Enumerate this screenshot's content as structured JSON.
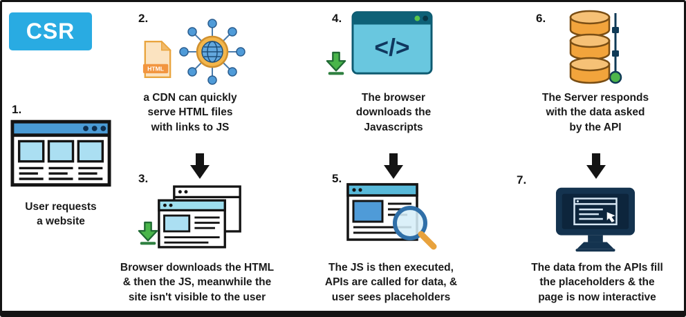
{
  "badge": {
    "label": "CSR"
  },
  "colors": {
    "badge_bg": "#29abe2",
    "badge_text": "#ffffff",
    "border": "#141414",
    "arrow": "#141414",
    "text": "#1a1a1a",
    "browser_header_blue": "#4a9bd5",
    "panel_light_blue": "#abdff2",
    "teal_window": "#69c7df",
    "teal_header": "#0e6177",
    "download_green": "#49b54a",
    "database_orange": "#f2a43c",
    "monitor_navy": "#14334f",
    "file_orange": "#f2953f",
    "globe_ring_gold": "#f3b64b"
  },
  "icons": {
    "step1": "browser-window-icon",
    "step2": [
      "html-file-icon",
      "cdn-network-icon"
    ],
    "step3": [
      "download-arrow-icon",
      "stacked-browser-windows-icon"
    ],
    "step4": [
      "download-arrow-icon",
      "code-browser-window-icon"
    ],
    "step5": "browser-with-magnifier-icon",
    "step6": "database-stack-icon",
    "step7": "desktop-monitor-icon",
    "html_file_label": "HTML",
    "code_glyph": "</>"
  },
  "steps": [
    {
      "number": "1.",
      "text": "User requests\na website"
    },
    {
      "number": "2.",
      "text": "a CDN can quickly\nserve HTML files\nwith links to JS"
    },
    {
      "number": "3.",
      "text": "Browser downloads the HTML\n& then the JS, meanwhile the\nsite isn't visible to the user"
    },
    {
      "number": "4.",
      "text": "The browser\ndownloads the\nJavascripts"
    },
    {
      "number": "5.",
      "text": "The JS is then executed,\nAPIs are called for data, &\nuser sees placeholders"
    },
    {
      "number": "6.",
      "text": "The Server responds\nwith the data asked\nby the API"
    },
    {
      "number": "7.",
      "text": "The data from the APIs fill\nthe placeholders & the\npage is now interactive"
    }
  ]
}
